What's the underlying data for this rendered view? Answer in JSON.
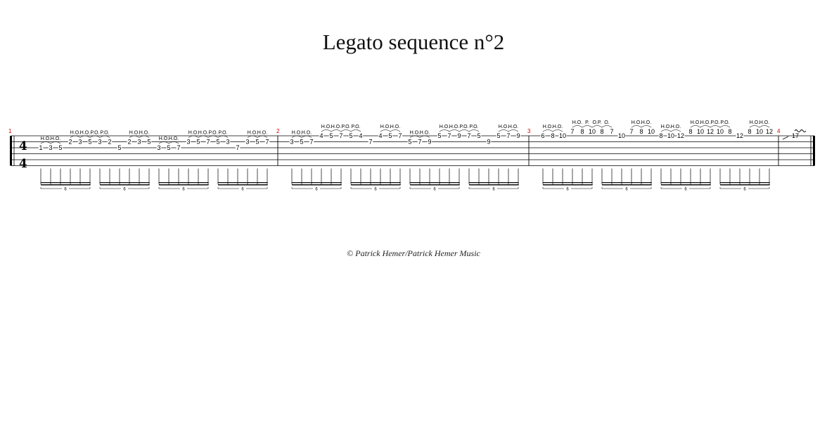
{
  "title": "Legato sequence n°2",
  "copyright": "© Patrick Hemer/Patrick Hemer Music",
  "tab": {
    "time_signature": {
      "top": "4",
      "bottom": "4"
    },
    "tuplet_label": "6",
    "measures": [
      {
        "number": "1",
        "groups": [
          {
            "notes": [
              {
                "fret": "1",
                "string": 2,
                "tech": "H.O."
              },
              {
                "fret": "3",
                "string": 2,
                "tech": "H.O."
              },
              {
                "fret": "5",
                "string": 2,
                "tech": ""
              },
              {
                "fret": "",
                "string": 2,
                "tech": ""
              },
              {
                "fret": "",
                "string": 2,
                "tech": ""
              },
              {
                "fret": "",
                "string": 2,
                "tech": ""
              }
            ]
          },
          {
            "notes": [
              {
                "fret": "2",
                "string": 1,
                "tech": "H.O."
              },
              {
                "fret": "3",
                "string": 1,
                "tech": "H.O."
              },
              {
                "fret": "5",
                "string": 1,
                "tech": "P.O."
              },
              {
                "fret": "3",
                "string": 1,
                "tech": "P.O."
              },
              {
                "fret": "2",
                "string": 1,
                "tech": ""
              },
              {
                "fret": "",
                "string": 1,
                "tech": ""
              }
            ]
          },
          {
            "notes": [
              {
                "fret": "5",
                "string": 2,
                "tech": ""
              },
              {
                "fret": "2",
                "string": 1,
                "tech": "H.O."
              },
              {
                "fret": "3",
                "string": 1,
                "tech": "H.O."
              },
              {
                "fret": "5",
                "string": 1,
                "tech": ""
              },
              {
                "fret": "",
                "string": 1,
                "tech": ""
              },
              {
                "fret": "",
                "string": 1,
                "tech": ""
              }
            ]
          },
          {
            "notes": [
              {
                "fret": "3",
                "string": 2,
                "tech": "H.O."
              },
              {
                "fret": "5",
                "string": 2,
                "tech": "H.O."
              },
              {
                "fret": "7",
                "string": 2,
                "tech": ""
              },
              {
                "fret": "",
                "string": 2,
                "tech": ""
              },
              {
                "fret": "",
                "string": 2,
                "tech": ""
              },
              {
                "fret": "",
                "string": 2,
                "tech": ""
              }
            ]
          },
          {
            "notes": [
              {
                "fret": "3",
                "string": 1,
                "tech": "H.O."
              },
              {
                "fret": "5",
                "string": 1,
                "tech": "H.O."
              },
              {
                "fret": "7",
                "string": 1,
                "tech": "P.O."
              },
              {
                "fret": "5",
                "string": 1,
                "tech": "P.O."
              },
              {
                "fret": "3",
                "string": 1,
                "tech": ""
              },
              {
                "fret": "",
                "string": 1,
                "tech": ""
              }
            ]
          },
          {
            "notes": [
              {
                "fret": "7",
                "string": 2,
                "tech": ""
              },
              {
                "fret": "3",
                "string": 1,
                "tech": "H.O."
              },
              {
                "fret": "5",
                "string": 1,
                "tech": "H.O."
              },
              {
                "fret": "7",
                "string": 1,
                "tech": ""
              },
              {
                "fret": "",
                "string": 1,
                "tech": ""
              },
              {
                "fret": "",
                "string": 1,
                "tech": ""
              }
            ]
          }
        ]
      },
      {
        "number": "2",
        "groups": [
          {
            "notes": [
              {
                "fret": "3",
                "string": 1,
                "tech": "H.O."
              },
              {
                "fret": "5",
                "string": 1,
                "tech": "H.O."
              },
              {
                "fret": "7",
                "string": 1,
                "tech": ""
              },
              {
                "fret": "",
                "string": 1,
                "tech": ""
              },
              {
                "fret": "",
                "string": 1,
                "tech": ""
              },
              {
                "fret": "",
                "string": 1,
                "tech": ""
              }
            ]
          },
          {
            "notes": [
              {
                "fret": "4",
                "string": 0,
                "tech": "H.O."
              },
              {
                "fret": "5",
                "string": 0,
                "tech": "H.O."
              },
              {
                "fret": "7",
                "string": 0,
                "tech": "P.O."
              },
              {
                "fret": "5",
                "string": 0,
                "tech": "P.O."
              },
              {
                "fret": "4",
                "string": 0,
                "tech": ""
              },
              {
                "fret": "",
                "string": 0,
                "tech": ""
              }
            ]
          },
          {
            "notes": [
              {
                "fret": "7",
                "string": 1,
                "tech": ""
              },
              {
                "fret": "4",
                "string": 0,
                "tech": "H.O."
              },
              {
                "fret": "5",
                "string": 0,
                "tech": "H.O."
              },
              {
                "fret": "7",
                "string": 0,
                "tech": ""
              },
              {
                "fret": "",
                "string": 0,
                "tech": ""
              },
              {
                "fret": "",
                "string": 0,
                "tech": ""
              }
            ]
          },
          {
            "notes": [
              {
                "fret": "5",
                "string": 1,
                "tech": "H.O."
              },
              {
                "fret": "7",
                "string": 1,
                "tech": "H.O."
              },
              {
                "fret": "9",
                "string": 1,
                "tech": ""
              },
              {
                "fret": "",
                "string": 1,
                "tech": ""
              },
              {
                "fret": "",
                "string": 1,
                "tech": ""
              },
              {
                "fret": "",
                "string": 1,
                "tech": ""
              }
            ]
          },
          {
            "notes": [
              {
                "fret": "5",
                "string": 0,
                "tech": "H.O."
              },
              {
                "fret": "7",
                "string": 0,
                "tech": "H.O."
              },
              {
                "fret": "9",
                "string": 0,
                "tech": "P.O."
              },
              {
                "fret": "7",
                "string": 0,
                "tech": "P.O."
              },
              {
                "fret": "5",
                "string": 0,
                "tech": ""
              },
              {
                "fret": "",
                "string": 0,
                "tech": ""
              }
            ]
          },
          {
            "notes": [
              {
                "fret": "9",
                "string": 1,
                "tech": ""
              },
              {
                "fret": "5",
                "string": 0,
                "tech": "H.O."
              },
              {
                "fret": "7",
                "string": 0,
                "tech": "H.O."
              },
              {
                "fret": "9",
                "string": 0,
                "tech": ""
              },
              {
                "fret": "",
                "string": 0,
                "tech": ""
              },
              {
                "fret": "",
                "string": 0,
                "tech": ""
              }
            ]
          }
        ]
      },
      {
        "number": "3",
        "groups": [
          {
            "notes": [
              {
                "fret": "6",
                "string": 0,
                "tech": "H.O."
              },
              {
                "fret": "8",
                "string": 0,
                "tech": "H.O."
              },
              {
                "fret": "10",
                "string": 0,
                "tech": ""
              },
              {
                "fret": "",
                "string": 0,
                "tech": ""
              },
              {
                "fret": "",
                "string": 0,
                "tech": ""
              },
              {
                "fret": "",
                "string": 0,
                "tech": ""
              }
            ]
          },
          {
            "notes": [
              {
                "fret": "7",
                "string": -1,
                "tech": "H.O."
              },
              {
                "fret": "8",
                "string": -1,
                "tech": "P."
              },
              {
                "fret": "10",
                "string": -1,
                "tech": "O.P."
              },
              {
                "fret": "8",
                "string": -1,
                "tech": "O."
              },
              {
                "fret": "7",
                "string": -1,
                "tech": ""
              },
              {
                "fret": "",
                "string": -1,
                "tech": ""
              }
            ]
          },
          {
            "notes": [
              {
                "fret": "10",
                "string": 0,
                "tech": ""
              },
              {
                "fret": "7",
                "string": -1,
                "tech": "H.O."
              },
              {
                "fret": "8",
                "string": -1,
                "tech": "H.O."
              },
              {
                "fret": "10",
                "string": -1,
                "tech": ""
              },
              {
                "fret": "",
                "string": -1,
                "tech": ""
              },
              {
                "fret": "",
                "string": -1,
                "tech": ""
              }
            ]
          },
          {
            "notes": [
              {
                "fret": "8",
                "string": 0,
                "tech": "H.O."
              },
              {
                "fret": "10",
                "string": 0,
                "tech": "H.O."
              },
              {
                "fret": "12",
                "string": 0,
                "tech": ""
              },
              {
                "fret": "",
                "string": 0,
                "tech": ""
              },
              {
                "fret": "",
                "string": 0,
                "tech": ""
              },
              {
                "fret": "",
                "string": 0,
                "tech": ""
              }
            ]
          },
          {
            "notes": [
              {
                "fret": "8",
                "string": -1,
                "tech": "H.O."
              },
              {
                "fret": "10",
                "string": -1,
                "tech": "H.O."
              },
              {
                "fret": "12",
                "string": -1,
                "tech": "P.O."
              },
              {
                "fret": "10",
                "string": -1,
                "tech": "P.O."
              },
              {
                "fret": "8",
                "string": -1,
                "tech": ""
              },
              {
                "fret": "",
                "string": -1,
                "tech": ""
              }
            ]
          },
          {
            "notes": [
              {
                "fret": "12",
                "string": 0,
                "tech": ""
              },
              {
                "fret": "8",
                "string": -1,
                "tech": "H.O."
              },
              {
                "fret": "10",
                "string": -1,
                "tech": "H.O."
              },
              {
                "fret": "12",
                "string": -1,
                "tech": ""
              },
              {
                "fret": "",
                "string": -1,
                "tech": ""
              },
              {
                "fret": "",
                "string": -1,
                "tech": ""
              }
            ]
          }
        ]
      },
      {
        "number": "4",
        "final_fret": "17"
      }
    ]
  },
  "colors": {
    "measure_number": "#d00000",
    "staff": "#000000"
  }
}
